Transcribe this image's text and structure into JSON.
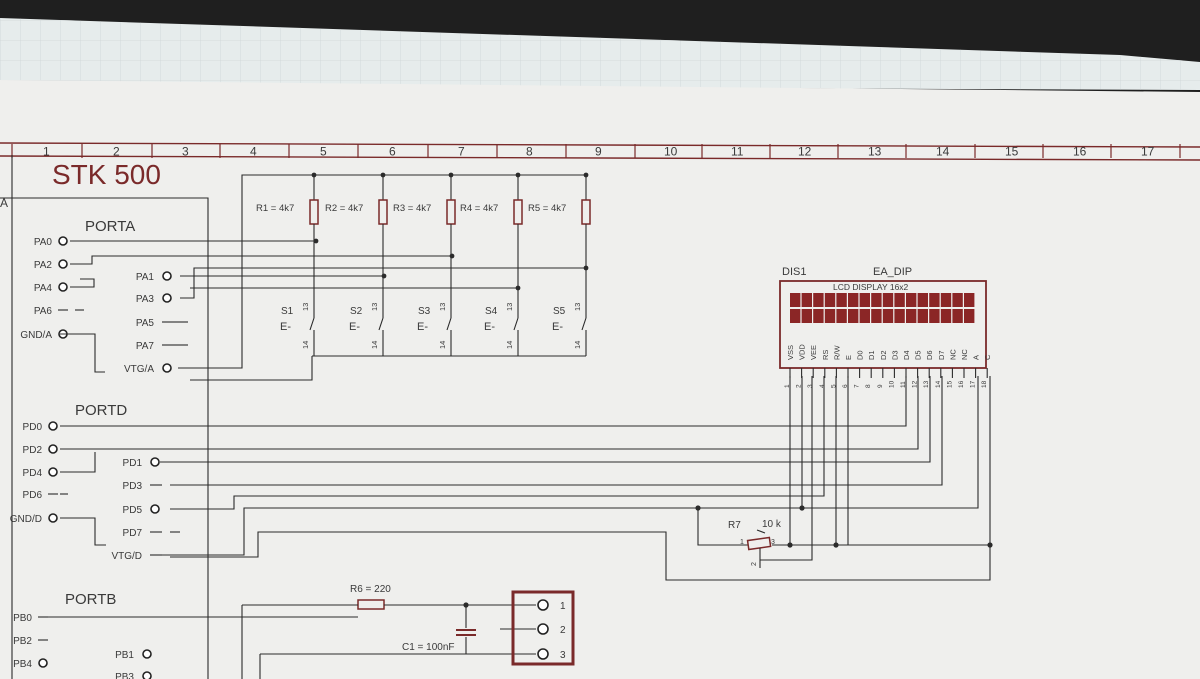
{
  "title": "STK 500",
  "grid_columns": [
    "1",
    "2",
    "3",
    "4",
    "5",
    "6",
    "7",
    "8",
    "9",
    "10",
    "11",
    "12",
    "13",
    "14",
    "15",
    "16",
    "17"
  ],
  "row_marker": "A",
  "porta": {
    "title": "PORTA",
    "left": [
      "PA0",
      "PA2",
      "PA4",
      "PA6",
      "GND/A"
    ],
    "right": [
      "PA1",
      "PA3",
      "PA5",
      "PA7",
      "VTG/A"
    ]
  },
  "portd": {
    "title": "PORTD",
    "left": [
      "PD0",
      "PD2",
      "PD4",
      "PD6",
      "GND/D"
    ],
    "right": [
      "PD1",
      "PD3",
      "PD5",
      "PD7",
      "VTG/D"
    ]
  },
  "portb": {
    "title": "PORTB",
    "left": [
      "PB0",
      "PB2",
      "PB4"
    ],
    "right": [
      "PB1",
      "PB3"
    ]
  },
  "resistors": [
    "R1 = 4k7",
    "R2 = 4k7",
    "R3 = 4k7",
    "R4 = 4k7",
    "R5 = 4k7"
  ],
  "switches": [
    "S1",
    "S2",
    "S3",
    "S4",
    "S5"
  ],
  "switch_pin_top": "13",
  "switch_pin_bottom": "14",
  "display": {
    "ref": "DIS1",
    "part": "EA_DIP",
    "caption": "LCD DISPLAY 16x2",
    "pin_names": [
      "VSS",
      "VDD",
      "VEE",
      "RS",
      "R/W",
      "E",
      "D0",
      "D1",
      "D2",
      "D3",
      "D4",
      "D5",
      "D6",
      "D7",
      "NC",
      "NC",
      "A",
      "C"
    ],
    "pin_numbers": [
      "1",
      "2",
      "3",
      "4",
      "5",
      "6",
      "7",
      "8",
      "9",
      "10",
      "11",
      "12",
      "13",
      "14",
      "15",
      "16",
      "17",
      "18"
    ]
  },
  "potentiometer": {
    "ref": "R7",
    "value": "10 k",
    "pin1": "1",
    "pin2": "2",
    "pin3": "3"
  },
  "r6": "R6 = 220",
  "c1": "C1 = 100nF",
  "connector_pins": [
    "1",
    "2",
    "3"
  ],
  "colors": {
    "paper": "#efefed",
    "frame": "#7a2a2a",
    "lcd_cell": "#8b2626",
    "wire": "#2b2b2b"
  }
}
